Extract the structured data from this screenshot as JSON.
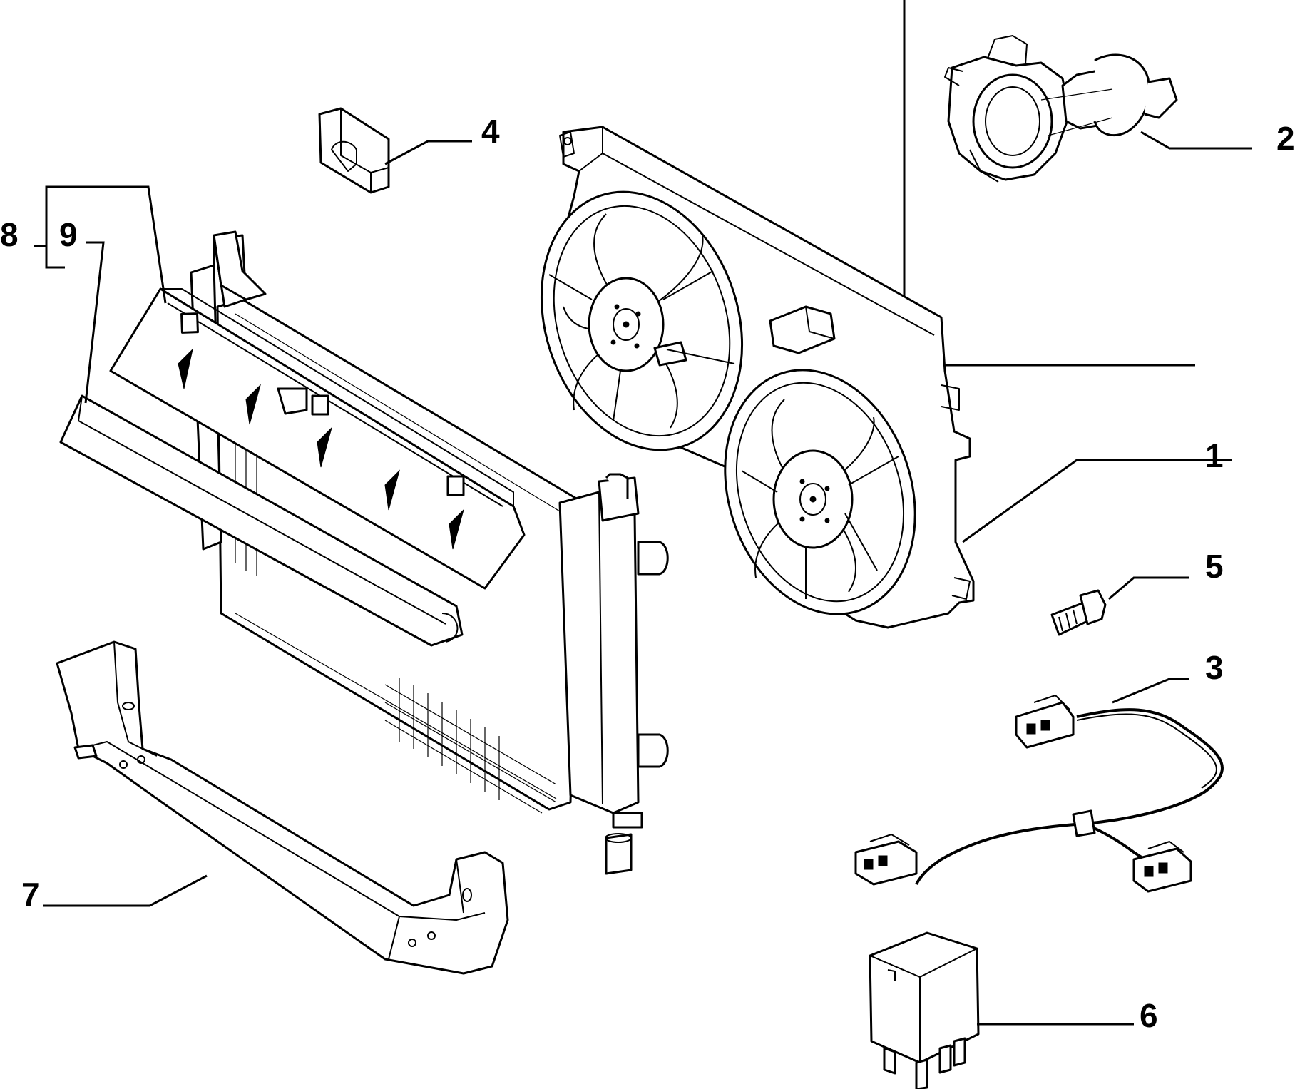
{
  "callouts": [
    {
      "id": "1",
      "part": "fan-assembly"
    },
    {
      "id": "2",
      "part": "mounting-grommet"
    },
    {
      "id": "3",
      "part": "wiring-harness"
    },
    {
      "id": "4",
      "part": "clip"
    },
    {
      "id": "5",
      "part": "screw"
    },
    {
      "id": "6",
      "part": "relay"
    },
    {
      "id": "7",
      "part": "lower-deflector"
    },
    {
      "id": "8",
      "part": "upper-deflector"
    },
    {
      "id": "9",
      "part": "seal-strip"
    }
  ]
}
